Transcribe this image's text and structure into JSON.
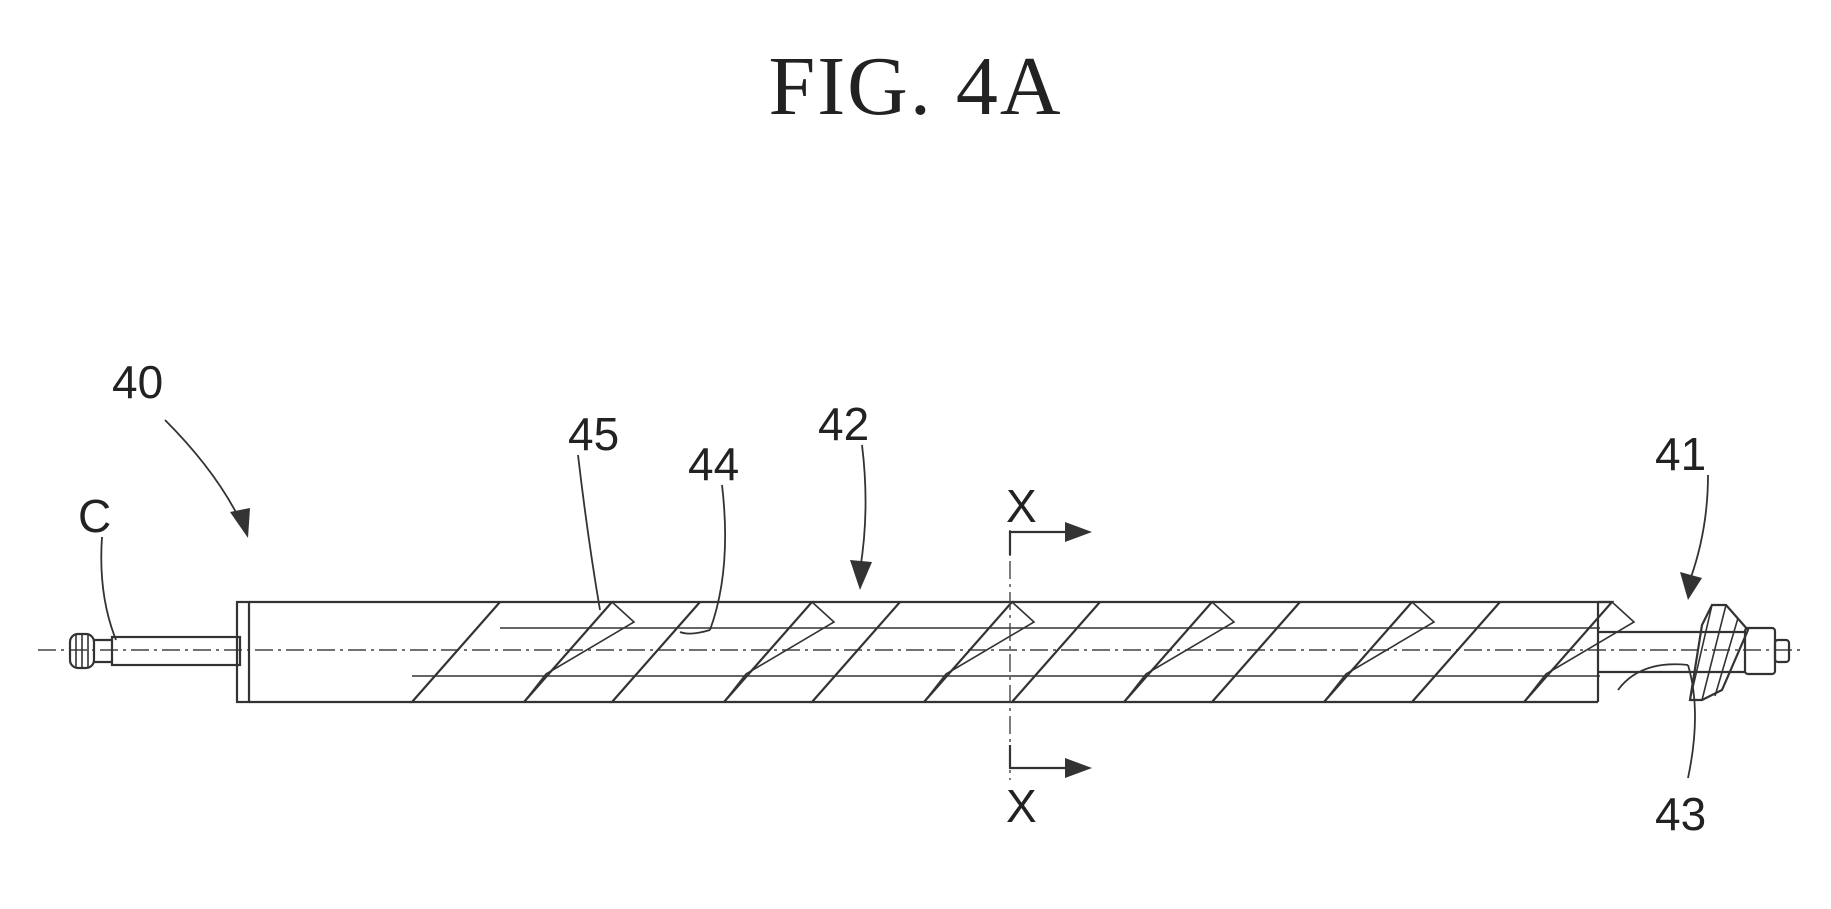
{
  "figure": {
    "title": "FIG. 4A",
    "labels": {
      "auger": "40",
      "axis": "C",
      "flight_end": "41",
      "shaft": "42",
      "blade_tip": "43",
      "groove_edge": "44",
      "flight": "45",
      "section_top": "X",
      "section_bottom": "X"
    }
  },
  "colors": {
    "ink": "#333333",
    "background": "#ffffff"
  }
}
